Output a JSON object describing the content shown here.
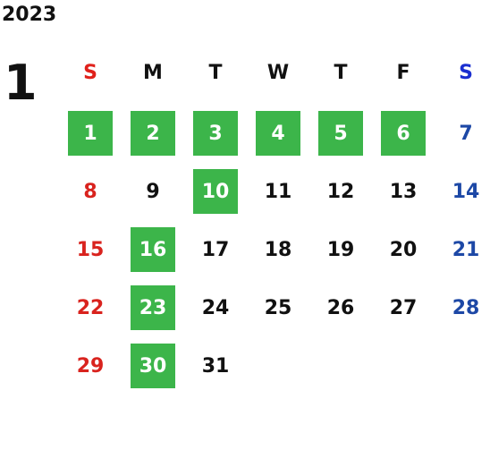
{
  "calendar": {
    "year": "2023",
    "month": "1",
    "weekdays": [
      "S",
      "M",
      "T",
      "W",
      "T",
      "F",
      "S"
    ],
    "weeks": [
      [
        {
          "day": "1",
          "highlighted": true
        },
        {
          "day": "2",
          "highlighted": true
        },
        {
          "day": "3",
          "highlighted": true
        },
        {
          "day": "4",
          "highlighted": true
        },
        {
          "day": "5",
          "highlighted": true
        },
        {
          "day": "6",
          "highlighted": true
        },
        {
          "day": "7",
          "highlighted": false
        }
      ],
      [
        {
          "day": "8",
          "highlighted": false
        },
        {
          "day": "9",
          "highlighted": false
        },
        {
          "day": "10",
          "highlighted": true
        },
        {
          "day": "11",
          "highlighted": false
        },
        {
          "day": "12",
          "highlighted": false
        },
        {
          "day": "13",
          "highlighted": false
        },
        {
          "day": "14",
          "highlighted": false
        }
      ],
      [
        {
          "day": "15",
          "highlighted": false
        },
        {
          "day": "16",
          "highlighted": true
        },
        {
          "day": "17",
          "highlighted": false
        },
        {
          "day": "18",
          "highlighted": false
        },
        {
          "day": "19",
          "highlighted": false
        },
        {
          "day": "20",
          "highlighted": false
        },
        {
          "day": "21",
          "highlighted": false
        }
      ],
      [
        {
          "day": "22",
          "highlighted": false
        },
        {
          "day": "23",
          "highlighted": true
        },
        {
          "day": "24",
          "highlighted": false
        },
        {
          "day": "25",
          "highlighted": false
        },
        {
          "day": "26",
          "highlighted": false
        },
        {
          "day": "27",
          "highlighted": false
        },
        {
          "day": "28",
          "highlighted": false
        }
      ],
      [
        {
          "day": "29",
          "highlighted": false
        },
        {
          "day": "30",
          "highlighted": true
        },
        {
          "day": "31",
          "highlighted": false
        },
        {
          "day": "",
          "highlighted": false
        },
        {
          "day": "",
          "highlighted": false
        },
        {
          "day": "",
          "highlighted": false
        },
        {
          "day": "",
          "highlighted": false
        }
      ]
    ],
    "colors": {
      "highlight": "#3cb54a",
      "sunday": "#d9231e",
      "saturday": "#1d48a6",
      "sunday_header": "#e0211b",
      "saturday_header": "#1b2fd0"
    }
  }
}
